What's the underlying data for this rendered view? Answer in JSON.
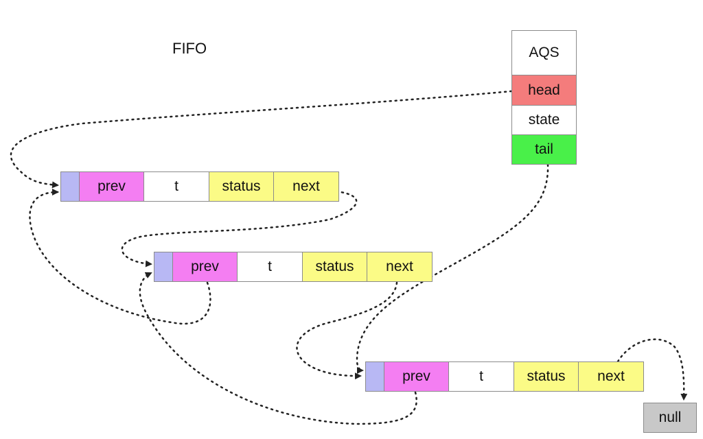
{
  "diagram": {
    "title": "FIFO",
    "aqs": {
      "name": "AQS",
      "fields": [
        "head",
        "state",
        "tail"
      ]
    },
    "nodes": [
      {
        "prev": "prev",
        "t": "t",
        "status": "status",
        "next": "next"
      },
      {
        "prev": "prev",
        "t": "t",
        "status": "status",
        "next": "next"
      },
      {
        "prev": "prev",
        "t": "t",
        "status": "status",
        "next": "next"
      }
    ],
    "terminal": "null"
  },
  "colors": {
    "head": "#f47c7c",
    "state": "#ffffff",
    "tail": "#49f049",
    "lock": "#b8b8f4",
    "prev": "#f47ef2",
    "t": "#ffffff",
    "status": "#fbfb86",
    "next": "#fbfb86",
    "terminal": "#c8c8c8",
    "border": "#8a8a8a",
    "wire": "#222222"
  }
}
